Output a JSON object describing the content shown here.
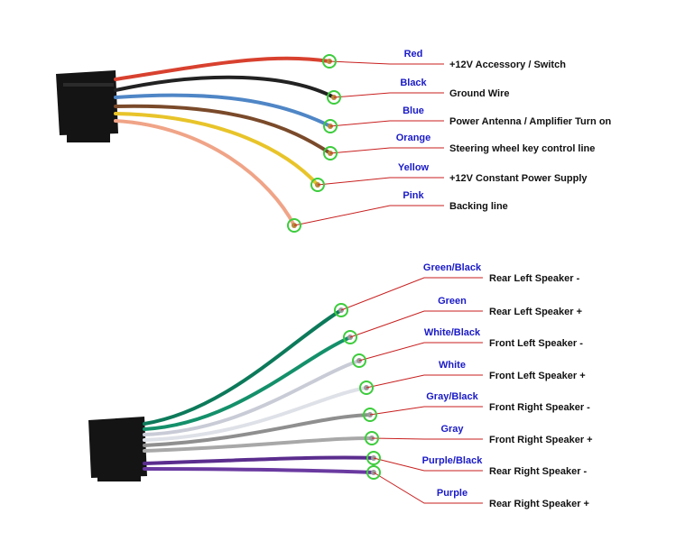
{
  "top_harness": {
    "wires": [
      {
        "color_name": "Red",
        "function": "+12V  Accessory / Switch",
        "wire_color": "#d8412f"
      },
      {
        "color_name": "Black",
        "function": "Ground Wire",
        "wire_color": "#222222"
      },
      {
        "color_name": "Blue",
        "function": "Power Antenna / Amplifier Turn on",
        "wire_color": "#4f86c6"
      },
      {
        "color_name": "Orange",
        "function": "Steering wheel key control line",
        "wire_color": "#7a4a2a"
      },
      {
        "color_name": "Yellow",
        "function": "+12V Constant Power Supply",
        "wire_color": "#e8c42a"
      },
      {
        "color_name": "Pink",
        "function": "Backing line",
        "wire_color": "#f0a487"
      }
    ]
  },
  "bottom_harness": {
    "wires": [
      {
        "color_name": "Green/Black",
        "function": "Rear Left Speaker -",
        "wire_color": "#0c7a5a"
      },
      {
        "color_name": "Green",
        "function": "Rear Left Speaker +",
        "wire_color": "#14906a"
      },
      {
        "color_name": "White/Black",
        "function": "Front Left Speaker -",
        "wire_color": "#c9ccd6"
      },
      {
        "color_name": "White",
        "function": "Front Left Speaker +",
        "wire_color": "#dfe1e8"
      },
      {
        "color_name": "Gray/Black",
        "function": "Front Right Speaker -",
        "wire_color": "#8f8f8f"
      },
      {
        "color_name": "Gray",
        "function": "Front Right Speaker +",
        "wire_color": "#a8a8a8"
      },
      {
        "color_name": "Purple/Black",
        "function": "Rear Right Speaker -",
        "wire_color": "#5b2d8e"
      },
      {
        "color_name": "Purple",
        "function": "Rear Right Speaker +",
        "wire_color": "#6a3aa0"
      }
    ]
  },
  "colors": {
    "label_blue": "#1a1ac8",
    "leader_red": "#c81e1e",
    "marker_green": "#3ccc3c",
    "connector_black": "#141414"
  }
}
